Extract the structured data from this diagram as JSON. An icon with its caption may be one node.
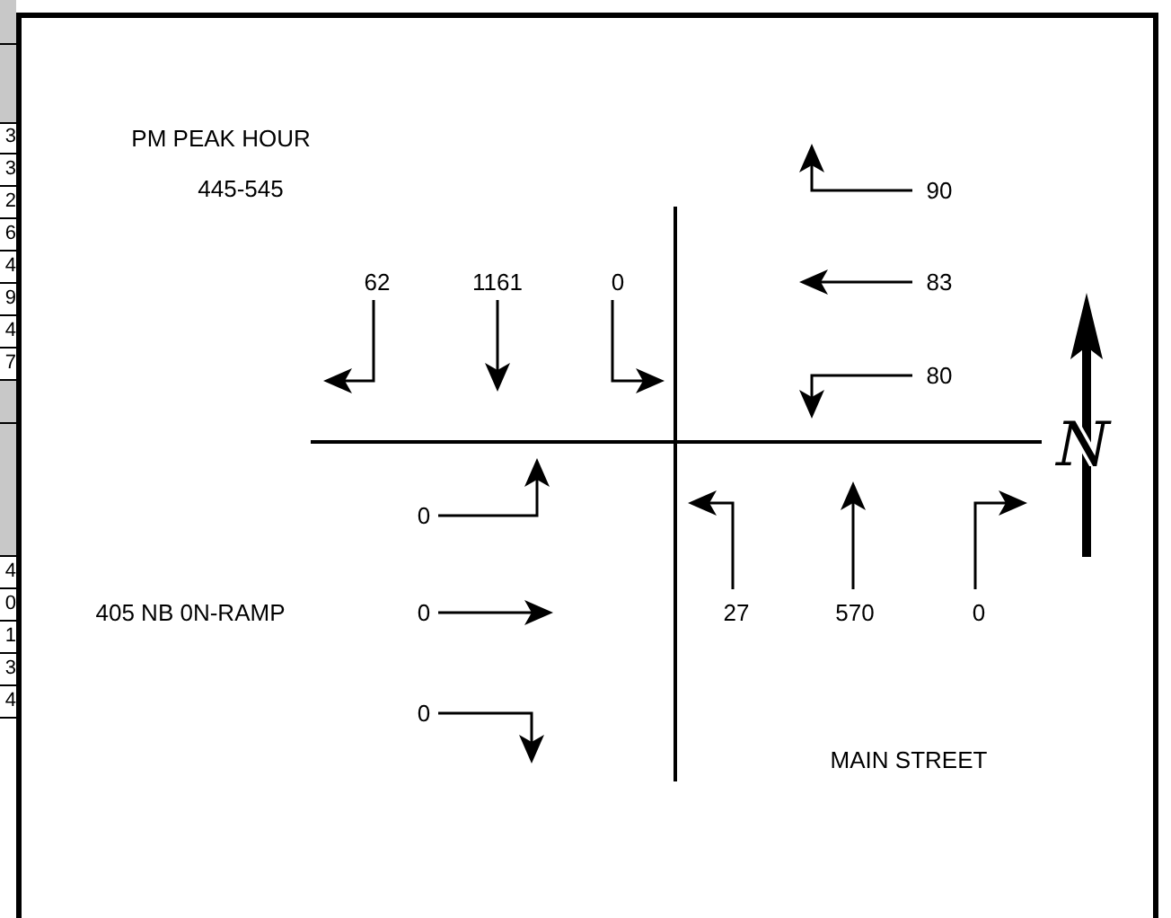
{
  "diagram": {
    "labels": [
      "3",
      "3",
      "2",
      "6",
      "4",
      "9",
      "4",
      "7",
      "4",
      "0",
      "1",
      "3",
      "4",
      "PM PEAK HOUR",
      "445-545",
      "90",
      "62",
      "1161",
      "0",
      "83",
      "80",
      "0",
      "405 NB 0N-RAMP",
      "0",
      "0",
      "27",
      "570",
      "0",
      "MAIN STREET",
      "N"
    ]
  }
}
